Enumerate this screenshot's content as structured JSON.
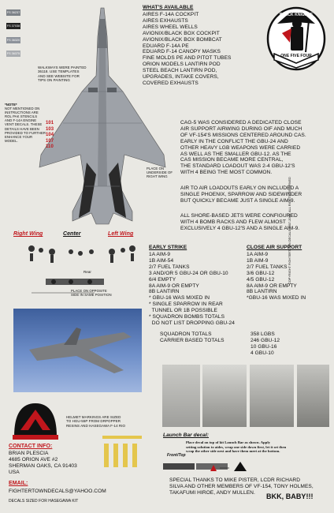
{
  "swatches": [
    {
      "code": "FS 36237",
      "color": "#7d8288"
    },
    {
      "code": "FS 37038",
      "color": "#222222"
    },
    {
      "code": "FS 36320",
      "color": "#8d929a"
    },
    {
      "code": "FS 36375",
      "color": "#a9acb0"
    }
  ],
  "whats_available": {
    "heading": "WHAT'S AVAILABLE",
    "items": [
      "AIRES F-14A COCKPIT",
      "AIRES EXHAUSTS",
      "AIRES WHEEL WELLS",
      "AVIONIX/BLACK BOX COCKPIT",
      "AVIONIX/BLACK BOX BOMBCAT",
      "EDUARD F-14A PE",
      "EDUARD F-14 CANOPY MASKS",
      "FINE MOLDS PE AND PITOT TUBES",
      "ORION MODELS LANTIRN POD",
      "STEEL BEACH LANTIRN POD,",
      "UPGRADES, INTAKE COVERS,",
      "COVERED EXHAUSTS"
    ]
  },
  "badge": {
    "top": "BLACK KNIGHTS",
    "bottom": "ONE FIVE FOUR"
  },
  "walkways_note": [
    "WALKWAYS WERE PAINTED",
    "36118. USE TEMPLATES",
    "AND SEE WEBSITE FOR",
    "TIPS ON PAINTING"
  ],
  "side_note": {
    "title": "*NOTE*",
    "lines": [
      "NOT MENTIONED ON",
      "INSTRUCTIONS ARE",
      "ROL PAK STENCILS",
      "AND F-14A ENGINE",
      "VENT DECALS. THESE",
      "DETAILS HAVE BEEN",
      "PROVIDED TO FURTHER",
      "ENHANCE YOUR",
      "MODEL."
    ]
  },
  "modex": [
    "101",
    "103",
    "104",
    "107",
    "110"
  ],
  "underside_note": [
    "PLACE ON",
    "UNDERSIDE OF",
    "RIGHT WING"
  ],
  "cas_paragraph": [
    "CAG-5 WAS CONSIDERED A DEDICATED CLOSE",
    "AIR SUPPORT AIRWING DURING OIF AND MUCH",
    "OF VF-154'S MISSIONS CENTERED AROUND CAS.",
    "EARLY IN THE CONFLICT THE GBU-24 AND",
    "OTHER HEAVY LGB WEAPONS WERE CARRIED",
    "AS WELL AS THE SMALLER GBU-12. AS THE",
    "CAS MISSION BECAME MORE CENTRAL,",
    "THE STANDARD LOADOUT WAS 2-4 GBU-12'S",
    "WITH 4 BEING THE MOST COMMON."
  ],
  "a2a_paragraph": [
    "AIR TO AIR LOADOUTS EARLY ON INCLUDED A",
    "SINGLE PHOENIX, SPARROW AND SIDEWINDER",
    "BUT QUICKLY BECAME JUST A SINGLE AIM-9."
  ],
  "shore_paragraph": [
    "ALL SHORE-BASED JETS WERE CONFIGURED",
    "WITH 4 BOMB RACKS AND FLEW ALMOST",
    "EXCLUSIVELY 4 GBU-12'S AND A SINGLE AIM-9."
  ],
  "wing_labels": {
    "right": "Right Wing",
    "center": "Center",
    "left": "Left Wing",
    "rear": "Rear"
  },
  "opposite_note": [
    "PLACE ON OPPOSITE",
    "SIDE IN SAME POSITION"
  ],
  "early_strike": {
    "heading": "EARLY STRIKE",
    "items": [
      "1A AIM-9",
      "1B AIM-54",
      "2/7 FUEL TANKS",
      "3 AND/OR 5 GBU-24 OR GBU-10",
      "6/4 EMPTY",
      "8A AIM-9 OR EMPTY",
      "8B LANTIRN",
      "* GBU-16 WAS MIXED IN",
      "* SINGLE SPARROW IN REAR",
      "  TUNNEL OR 1B POSSIBLE",
      "* SQUADRON BOMBS TOTALS",
      "  DO NOT LIST DROPPING GBU-24"
    ]
  },
  "close_air_support": {
    "heading": "CLOSE AIR SUPPORT",
    "items": [
      "1A AIM-9",
      "1B AIM-9",
      "2/7 FUEL TANKS",
      "3/6 GBU-12",
      "4/5 GBU-12",
      "8A AIM-9 OR EMPTY",
      "8B LANTIRN",
      "*GBU-16 WAS MIXED IN"
    ]
  },
  "totals": {
    "squadron_label": "SQUADRON TOTALS",
    "carrier_label": "CARRIER BASED TOTALS",
    "values": [
      "358 LGBS",
      "246 GBU-12",
      "10 GBU-16",
      "4 GBU-10"
    ]
  },
  "copyright": "COPYRIGHT FIGHTERTOWN DECALS 2007-2008. ALL RIGHTS RESERVED",
  "helmet_note": [
    "HELMET MARKINGS ARE SIZED",
    "TO HGU-55P FROM DRPOPPER",
    "RESINS AND HASEGAWA F-14 RIO"
  ],
  "contact": {
    "heading": "CONTACT INFO:",
    "lines": [
      "BRIAN PLESCIA",
      "4685 ORION AVE #2",
      "SHERMAN OAKS, CA 91403",
      "USA"
    ],
    "email_heading": "EMAIL:",
    "email": "FIGHTERTOWNDECALS@YAHOO.COM",
    "footer": "DECALS SIZED FOR HASEGAWA KIT"
  },
  "launch_bar": {
    "heading": "Launch Bar decal:",
    "text": [
      "Place decal on top of kit Launch Bar as shown. Apply",
      "setting solution to aides, wrap one side down first, let it set then",
      "wrap the other side next and have them meet at the bottom."
    ],
    "front_top": "Front/Top"
  },
  "thanks": [
    "SPECIAL THANKS TO MIKE PISTER, LCDR RICHARD",
    "SILVA AND OTHER MEMBERS OF VF-154, TONY HOLMES,",
    "TAKAFUMI HIROE, ANDY MULLEN."
  ],
  "sign_off": "BKK, BABY!!!"
}
